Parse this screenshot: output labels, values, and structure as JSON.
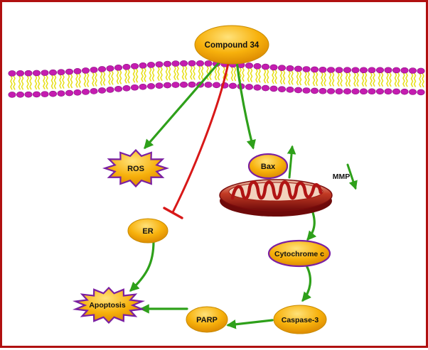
{
  "nodes": {
    "compound": "Compound 34",
    "ros": "ROS",
    "bax": "Bax",
    "mmp": "MMP",
    "er": "ER",
    "cytochrome": "Cytochrome c",
    "caspase": "Caspase-3",
    "parp": "PARP",
    "apoptosis": "Apoptosis"
  },
  "colors": {
    "activation": "#2ea01a",
    "inhibition": "#d81818",
    "node_fill": "#f7b10c",
    "node_outline": "#7a1fa2",
    "frame": "#b01010",
    "membrane_head": "#c41cb0",
    "membrane_tail": "#e8e020",
    "mito_outer": "#8e1010"
  }
}
